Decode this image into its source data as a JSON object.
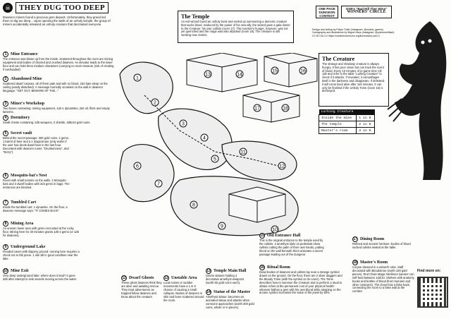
{
  "title": {
    "heading": "THEY DUG TOO DEEP",
    "intro": "Dwarven miners found a precious gem deposit. Unfortunately, they greed led them to dig too deep... Upon opening the walls of an unholy temple, the group of miners accidentally released an unholy creature that decimated everyone."
  },
  "temple": {
    "heading": "The Temple",
    "text": "An evil wizard found an unholy book and ended up summoning a demonic creature that sucks blood. Seduced by the power of his new ally, the wizard gave a gala dinner to the Creature: his own cultists (room 17). The monster's hunger, however, was not yet quenched and the mage was also attacked (room 18). The creature is still seeking new victims."
  },
  "logos": {
    "left": "ONE PAGE DUNGEON CONTEST",
    "right_top": "OSR's \"Bad Hill Ther Wins\"",
    "right_bottom": "WINNERS' CIRCLE"
  },
  "credits": "Design and writing by Felipe Tutler (Instagram: @moshe_games) Cartography and illustrations by Miguel Hans (Instagram: @yoirbomeilliant) CC BY-SA 4.0 https://creativecommons.org/licenses/by-sa/4.0",
  "creature": {
    "heading": "The Creature",
    "text": "The strange and shadowy creature is always hungry. It has poor vision but can track the scent of blood. Every 10 minutes of in-game time roll 1d6 and refer to the table \"Lurking Creature\" to check if it attacks. If revealed, it camouflages itself in the darkness and disappears. If defeated, it will come back alive after 1d4 minutes. It can only be finished if the Unholy Tome (room 16) is destroyed."
  },
  "lurking": {
    "header": "Lurking Creature",
    "rows": [
      {
        "place": "Inside the mine",
        "odds": "1 in 6"
      },
      {
        "place": "The temple",
        "odds": "2 in 6"
      },
      {
        "place": "Master's room",
        "odds": "3 in 6"
      }
    ]
  },
  "rooms_left": [
    {
      "num": "1",
      "title": "Mine Entrance",
      "text": "The entrance was blown up from the inside. Scattered throughout the room are mining equipment and bodies of charred and crushed dwarves. An elevator leads to the lower floor and can hold three medium characters (carrying no more treasure (risk of creating if overloaded)"
    },
    {
      "num": "2",
      "title": "Abandoned Mine",
      "text": "Scattered dwarf corpses, all of them pale and with no blood. 2d4 bats sleep on the ceiling (easily disturbed). A message hurriedly scrawled on the wall in dwarven language: \"GET OUT, BEWARE OF THE...\""
    },
    {
      "num": "3",
      "title": "Miner's Workshop",
      "text": "Two boxes containing: mining equipment, 1d4-1 dynamites, 2d4 oil, flints and empty lanterns."
    },
    {
      "num": "4",
      "title": "Dormitory",
      "text": "Small chests containing: 2d6 weapons, 2 shields, 3d6x10 gold coins."
    },
    {
      "num": "5",
      "title": "Secret vault",
      "text": "Behind the secret passage: 300 gold coins, 2 gems, 1 barrel of beer and a 1 magical axe (only works if the user has drunk dwarf beer in the last hour. Decorated with dwarven runes: \"Drunkenness\", and \"Dizzy\")."
    },
    {
      "num": "6",
      "title": "Mosquito-bat's Nest",
      "text": "Room with small tunnels on the walls. 2 Mosquito-bats and 3 dwarf bodies with 2d4 gems in bags. The entrances are blocked."
    },
    {
      "num": "7",
      "title": "Tumbled Cart",
      "text": "Inside the tumbled cart: 1 dynamite. On the floor, a dwarven message says: \"IT COMES BACK\""
    },
    {
      "num": "8",
      "title": "Mining Area",
      "text": "An uneven lower area with gems encrusted at the rocky floor. Mining here for 30 minutes grants 1d6-2 gems (or 1d6 for dwarves)."
    },
    {
      "num": "9",
      "title": "Underground Lake",
      "text": "Flooded caves with slippery ground: running here requires a check not to fall prone. 1 old raft in good condition near the lake."
    },
    {
      "num": "10",
      "title": "Mine Exit",
      "text": "Very deep underground lake: where does it lead? It goes 3d6 after attempt to sink vessels moving across the water."
    }
  ],
  "rooms_bottom": [
    {
      "num": "11",
      "title": "Dwarf Ghosts",
      "text": "These ghost dwarves think they are alive and awaiting rescue. They treat adventurers as trapped fellow dwarves and know about the creature."
    },
    {
      "num": "12",
      "title": "Unstable Area",
      "text": "Loud noises or sudden movements have a 1 in 6 chance of causing a small collapse. Bodies of dwarves in skin and bone scattered around the room."
    },
    {
      "num": "13",
      "title": "Temple Main Hall",
      "text": "(Stone statues holding 4 decorative amethyst weapons (worth 50 gold coins each)."
    },
    {
      "num": "14",
      "title": "Statue of the Master",
      "text": "Amethyst statue: becomes an animated statue and attacks when someone approaches (worth 300 gold coins, whole or in pieces)."
    },
    {
      "num": "15",
      "title": "Old Entrance Hall",
      "text": "This is the original entrance to the temple used by the cultists. 2 amethyst idols on pedestals show cultists cutting the palm of their own hands, putting blood on the wall beneath them activates a secret passage leading out of the dungeon."
    },
    {
      "num": "16",
      "title": "Ritual Room",
      "text": "Dead bodies of dwarves and cultists lay near a strange symbol drawn on the ground. On the floor, there are 2 silver daggers and the Bloody Tome (with the symbol on its cover). The Tome describes how to summon the Creature and to perform a ritual to obtain riches at the permanent cost of your physical health: whoever bathes a gem with his own blood while stepping on the arcane symbol increases the value of the jewel by 50%."
    },
    {
      "num": "17",
      "title": "Dining Room",
      "text": "Refined and ancient furniture: bodies of blood sucked cultists seated at the table."
    },
    {
      "num": "18",
      "title": "Master's Room",
      "text": "Corpse dressed in a wizard's robe. Staff decorated with Bloodstone (worth 100 gold pieces). Red Chain Magic Necklace (wearer can self-heal between 1d3/10. Shelves with anatomy books and bottles of blood (from humans and other creatures). The closet has a false back, connecting the room to a false wall at the corridor."
    }
  ],
  "find_more": "Find more on:"
}
